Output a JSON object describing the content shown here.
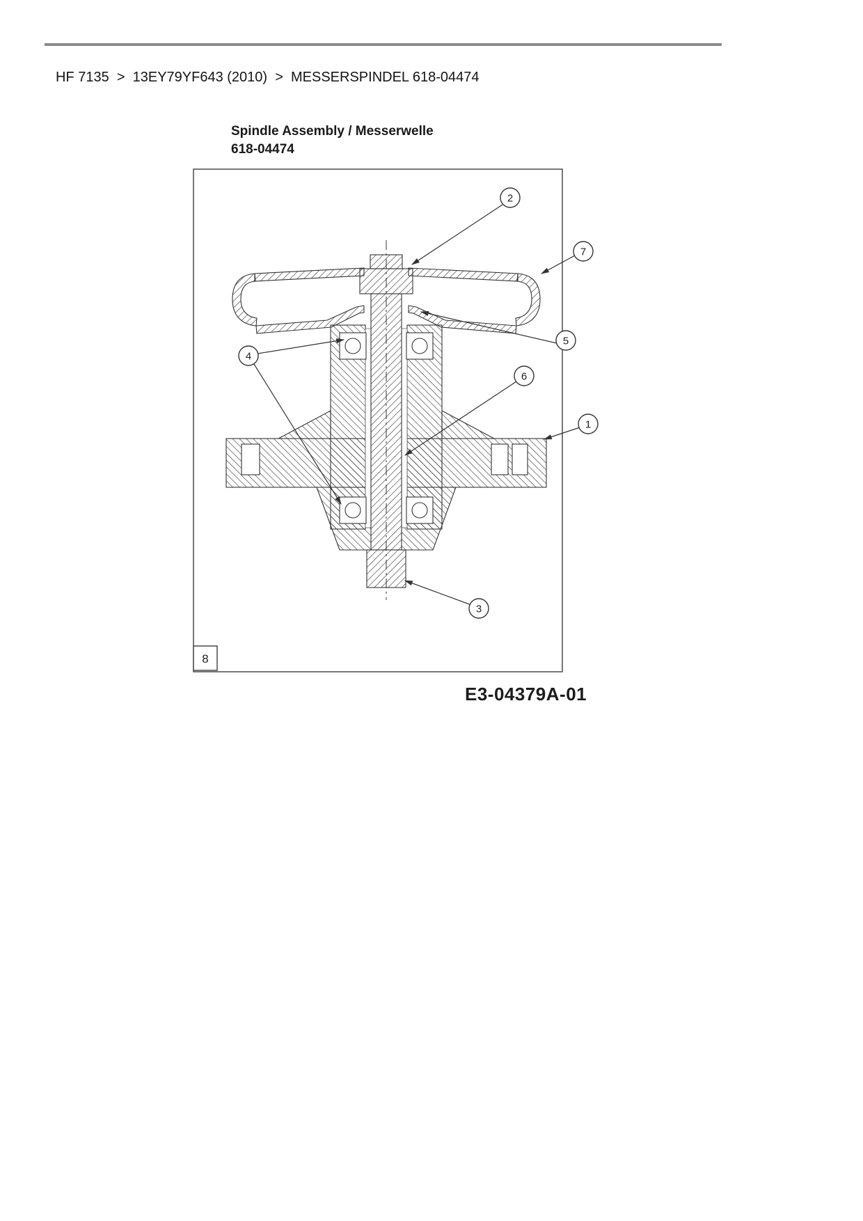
{
  "breadcrumb": {
    "text": "HF 7135  >  13EY79YF643 (2010)  >  MESSERSPINDEL 618-04474"
  },
  "diagram": {
    "title_line1": "Spindle Assembly / Messerwelle",
    "title_line2": "618-04474",
    "drawing_number": "E3-04379A-01",
    "callouts": [
      "1",
      "2",
      "3",
      "4",
      "5",
      "6",
      "7",
      "8"
    ]
  },
  "colors": {
    "rule": "#8b8b8b",
    "line_color": "#333333"
  }
}
